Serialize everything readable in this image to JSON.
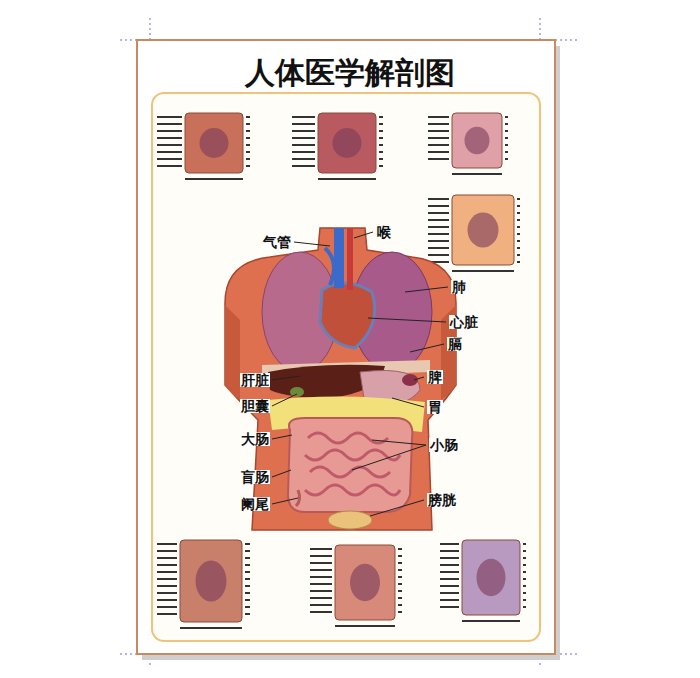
{
  "diagram": {
    "title": "人体医学解剖图",
    "labels": [
      "气管",
      "喉",
      "肺",
      "心脏",
      "膈",
      "肝脏",
      "脾",
      "胆囊",
      "胃",
      "大肠",
      "小肠",
      "盲肠",
      "阑尾",
      "膀胱"
    ]
  }
}
